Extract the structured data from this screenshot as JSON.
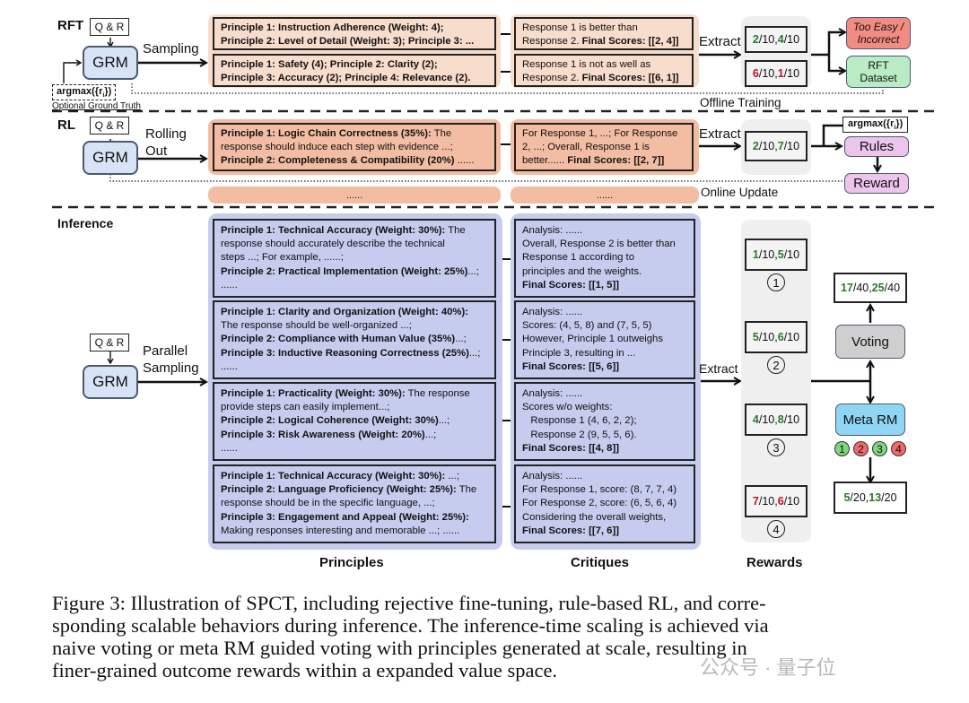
{
  "rft": {
    "section_label": "RFT",
    "qr_label": "Q & R",
    "grm_label": "GRM",
    "sampling_label": "Sampling",
    "argmax_label": "argmax({r",
    "argmax_sub": "i",
    "argmax_close": "})",
    "ground_truth_label": "Optional Ground Truth",
    "principles": [
      {
        "bold1": "Principle 1: Instruction Adherence (Weight: 4);",
        "bold2": "Principle 2: Level of Detail (Weight: 3); Principle 3: ..."
      },
      {
        "bold1": "Principle 1: Safety (4); Principle 2: Clarity (2);",
        "bold2": "Principle 3: Accuracy (2); Principle 4: Relevance (2)."
      }
    ],
    "critiques": [
      {
        "line1": "Response 1 is better than",
        "line2_plain": "Response 2. ",
        "line2_bold": "Final Scores: [[2, 4]]"
      },
      {
        "line1": "Response 1 is not as well as",
        "line2_plain": "Response 2. ",
        "line2_bold": "Final Scores: [[6, 1]]"
      }
    ],
    "extract_label": "Extract",
    "rewards": [
      {
        "a": "2",
        "a_color": "green",
        "a_den": "/10, ",
        "b": "4",
        "b_color": "green",
        "b_den": "/10"
      },
      {
        "a": "6",
        "a_color": "red",
        "a_den": "/10, ",
        "b": "1",
        "b_color": "red",
        "b_den": "/10"
      }
    ],
    "too_easy_label_1": "Too Easy /",
    "too_easy_label_2": "Incorrect",
    "rft_dataset_label_1": "RFT",
    "rft_dataset_label_2": "Dataset",
    "offline_training_label": "Offline Training"
  },
  "rl": {
    "section_label": "RL",
    "qr_label": "Q & R",
    "grm_label": "GRM",
    "rolling_label_1": "Rolling",
    "rolling_label_2": "Out",
    "principle": {
      "bold1": "Principle 1: Logic Chain Correctness (35%):",
      "plain1": " The",
      "line2": "response should induce each step with evidence ...;",
      "bold3": "Principle 2: Completeness & Compatibility (20%)",
      "plain3": " ......"
    },
    "critique": {
      "line1": "For Response 1, ...; For Response",
      "line2": "2, ...; Overall, Response 1 is",
      "line3_plain": "better...... ",
      "line3_bold": "Final Scores: [[2, 7]]"
    },
    "ellipsis": "......",
    "extract_label": "Extract",
    "reward": {
      "a": "2",
      "a_den": "/10, ",
      "b": "7",
      "b_den": "/10"
    },
    "argmax_label": "argmax({r",
    "argmax_sub": "i",
    "argmax_close": "})",
    "rules_label": "Rules",
    "reward_label": "Reward",
    "online_update_label": "Online Update"
  },
  "inference": {
    "section_label": "Inference",
    "qr_label": "Q & R",
    "grm_label": "GRM",
    "parallel_label_1": "Parallel",
    "parallel_label_2": "Sampling",
    "extract_label": "Extract",
    "principles": [
      {
        "lines": [
          {
            "b": "Principle 1: Technical Accuracy (Weight: 30%):",
            "p": " The"
          },
          {
            "b": "",
            "p": "response should accurately describe the technical"
          },
          {
            "b": "",
            "p": "steps ...; For example, ......;"
          },
          {
            "b": "Principle 2: Practical Implementation (Weight: 25%)",
            "p": "...;"
          },
          {
            "b": "",
            "p": "......"
          }
        ]
      },
      {
        "lines": [
          {
            "b": "Principle 1: Clarity and Organization (Weight: 40%):",
            "p": ""
          },
          {
            "b": "",
            "p": "The response should be well-organized ...;"
          },
          {
            "b": "Principle 2: Compliance with Human Value (35%)",
            "p": "...;"
          },
          {
            "b": "Principle 3: Inductive Reasoning Correctness (25%)",
            "p": "...;"
          },
          {
            "b": "",
            "p": "......"
          }
        ]
      },
      {
        "lines": [
          {
            "b": "Principle 1: Practicality (Weight: 30%):",
            "p": " The response"
          },
          {
            "b": "",
            "p": "provide steps can easily implement...;"
          },
          {
            "b": "Principle 2: Logical Coherence (Weight: 30%)",
            "p": "...;"
          },
          {
            "b": "Principle 3: Risk Awareness (Weight: 20%)",
            "p": "...;"
          },
          {
            "b": "",
            "p": "......"
          }
        ]
      },
      {
        "lines": [
          {
            "b": "Principle 1: Technical Accuracy (Weight: 30%):",
            "p": " ...;"
          },
          {
            "b": "Principle 2: Language Proficiency (Weight: 25%):",
            "p": " The"
          },
          {
            "b": "",
            "p": "response should be in the specific language, ...;"
          },
          {
            "b": "Principle 3: Engagement and Appeal (Weight: 25%):",
            "p": ""
          },
          {
            "b": "",
            "p": "Making responses interesting and memorable ...; ......"
          }
        ]
      }
    ],
    "critiques": [
      {
        "lines": [
          {
            "b": "",
            "p": "Analysis: ......"
          },
          {
            "b": "",
            "p": "Overall, Response 2 is better than"
          },
          {
            "b": "",
            "p": "Response 1 according to"
          },
          {
            "b": "",
            "p": "principles and the weights."
          },
          {
            "b": "Final Scores: [[1, 5]]",
            "p": ""
          }
        ]
      },
      {
        "lines": [
          {
            "b": "",
            "p": "Analysis: ......"
          },
          {
            "b": "",
            "p": "Scores: (4, 5, 8) and (7, 5, 5)"
          },
          {
            "b": "",
            "p": "However, Principle 1 outweighs"
          },
          {
            "b": "",
            "p": "Principle 3, resulting in ..."
          },
          {
            "b": "Final Scores: [[5, 6]]",
            "p": ""
          }
        ]
      },
      {
        "lines": [
          {
            "b": "",
            "p": "Analysis: ......"
          },
          {
            "b": "",
            "p": "Scores w/o weights:"
          },
          {
            "b": "",
            "p": "   Response 1 (4, 6, 2, 2);"
          },
          {
            "b": "",
            "p": "   Response 2 (9, 5, 5, 6)."
          },
          {
            "b": "Final Scores: [[4, 8]]",
            "p": ""
          }
        ]
      },
      {
        "lines": [
          {
            "b": "",
            "p": "Analysis: ......"
          },
          {
            "b": "",
            "p": "For Response 1, score: (8, 7, 7, 4)"
          },
          {
            "b": "",
            "p": "For Response 2, score: (6, 5, 6, 4)"
          },
          {
            "b": "",
            "p": "Considering the overall weights,"
          },
          {
            "b": "Final Scores: [[7, 6]]",
            "p": ""
          }
        ]
      }
    ],
    "rewards": [
      {
        "a": "1",
        "a_color": "green",
        "b": "5",
        "b_color": "green",
        "index": "1"
      },
      {
        "a": "5",
        "a_color": "green",
        "b": "6",
        "b_color": "green",
        "index": "2"
      },
      {
        "a": "4",
        "a_color": "green",
        "b": "8",
        "b_color": "green",
        "index": "3"
      },
      {
        "a": "7",
        "a_color": "red",
        "b": "6",
        "b_color": "red",
        "index": "4"
      }
    ],
    "reward_den": "/10",
    "reward_sep": ", ",
    "voting_label": "Voting",
    "voting_result": {
      "a": "17",
      "a_den": "/40, ",
      "b": "25",
      "b_den": "/40"
    },
    "meta_rm_label": "Meta RM",
    "meta_rm_selection": [
      {
        "index": "1",
        "status": "selected",
        "color": "#7fd67f"
      },
      {
        "index": "2",
        "status": "rejected",
        "color": "#f06a6a"
      },
      {
        "index": "3",
        "status": "selected",
        "color": "#7fd67f"
      },
      {
        "index": "4",
        "status": "rejected",
        "color": "#f06a6a"
      }
    ],
    "meta_rm_result": {
      "a": "5",
      "a_den": "/20, ",
      "b": "13",
      "b_den": "/20"
    },
    "column_headers": {
      "principles": "Principles",
      "critiques": "Critiques",
      "rewards": "Rewards"
    }
  },
  "caption": {
    "lines": [
      "Figure 3: Illustration of SPCT, including rejective fine-tuning, rule-based RL, and corre-",
      "sponding scalable behaviors during inference. The inference-time scaling is achieved via",
      "naive voting or meta RM guided voting with principles generated at scale, resulting in",
      "finer-grained outcome rewards within a expanded value space."
    ]
  },
  "watermark": "公众号 · 量子位",
  "colors": {
    "green_score": "#2a7a2a",
    "red_score": "#c0141e",
    "rft_orange": "#f8dccc",
    "rl_orange": "#f2bda3",
    "inference_blue": "#c5cced",
    "grm_blue": "#d8e4f5",
    "too_easy_red": "#f28b82",
    "rft_dataset_green": "#b9ecc4",
    "rules_pink": "#ecc4ec",
    "meta_rm_blue": "#8fd6f5",
    "voting_gray": "#cfcfcf"
  }
}
